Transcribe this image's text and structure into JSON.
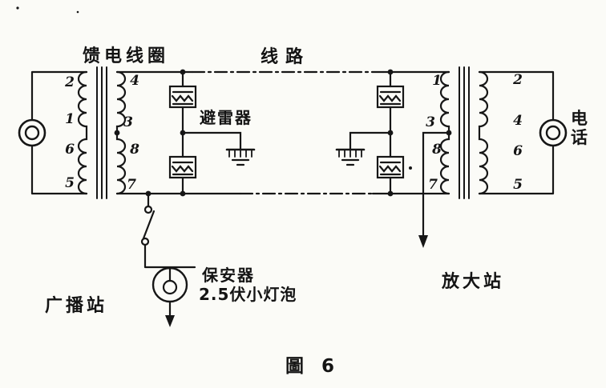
{
  "figure": {
    "caption": "圖 6",
    "labels": {
      "feed_coil": "馈电线圈",
      "line": "线路",
      "arrester": "避雷器",
      "protector": "保安器",
      "lamp": "2.5伏小灯泡",
      "broadcast_station": "广播站",
      "amplifier_station": "放大站",
      "telephone": "电话"
    },
    "left_transformer": {
      "left_terminals": [
        "2",
        "1",
        "6",
        "5"
      ],
      "right_terminals": [
        "4",
        "3",
        "8",
        "7"
      ]
    },
    "right_transformer": {
      "left_terminals": [
        "1",
        "3",
        "8",
        "7"
      ],
      "right_terminals": [
        "2",
        "4",
        "6",
        "5"
      ]
    },
    "colors": {
      "ink": "#161616",
      "paper": "#fbfbf7"
    }
  }
}
